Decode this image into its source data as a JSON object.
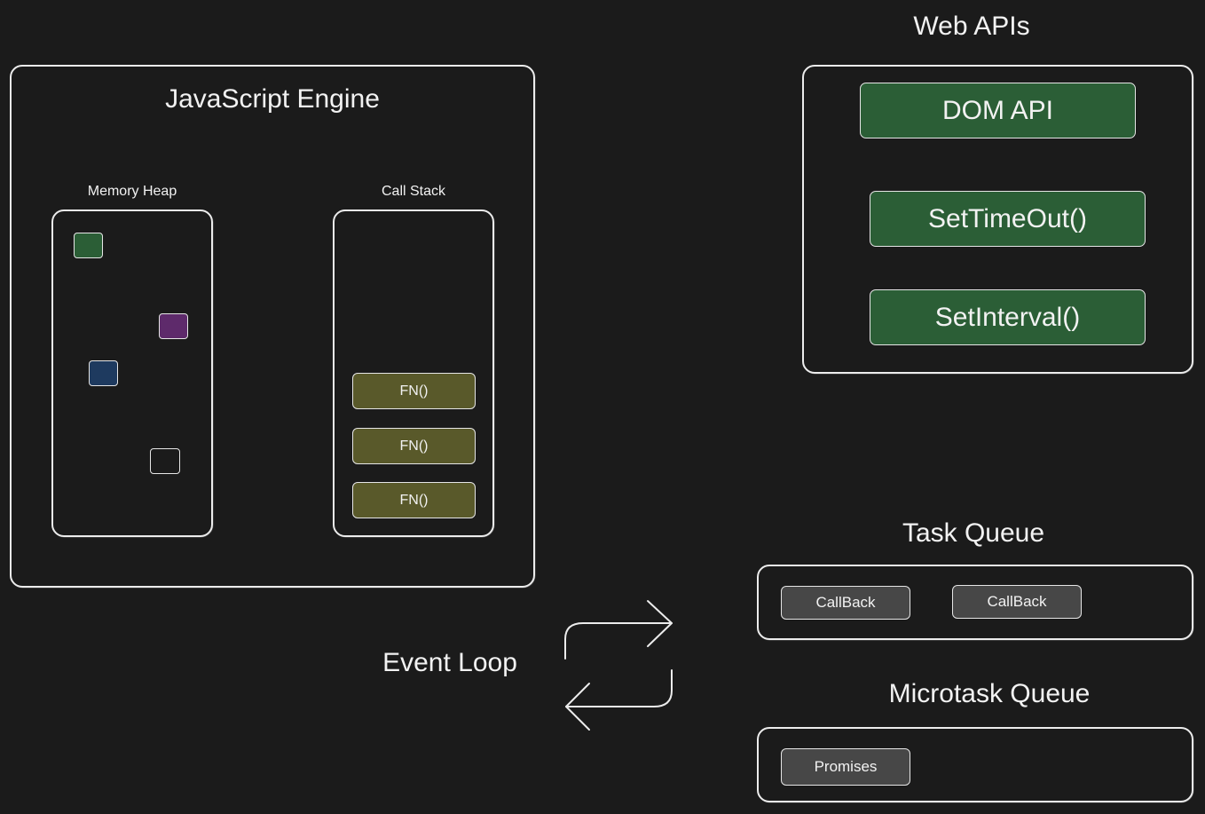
{
  "engine": {
    "title": "JavaScript Engine",
    "heap": {
      "label": "Memory Heap",
      "objects": [
        {
          "color": "#2b5e36"
        },
        {
          "color": "#5e2a6b"
        },
        {
          "color": "#1e3a5f"
        },
        {
          "color": "#1b1b1b"
        }
      ]
    },
    "stack": {
      "label": "Call Stack",
      "frames": [
        "FN()",
        "FN()",
        "FN()"
      ]
    }
  },
  "web_apis": {
    "title": "Web APIs",
    "items": [
      "DOM API",
      "SetTimeOut()",
      "SetInterval()"
    ]
  },
  "event_loop": {
    "label": "Event Loop"
  },
  "task_queue": {
    "title": "Task Queue",
    "items": [
      "CallBack",
      "CallBack"
    ]
  },
  "microtask_queue": {
    "title": "Microtask Queue",
    "items": [
      "Promises"
    ]
  },
  "colors": {
    "background": "#1b1b1b",
    "stroke": "#ececec",
    "api_fill": "#2b5e36",
    "stack_frame_fill": "#59592a",
    "queue_item_fill": "#474747"
  }
}
